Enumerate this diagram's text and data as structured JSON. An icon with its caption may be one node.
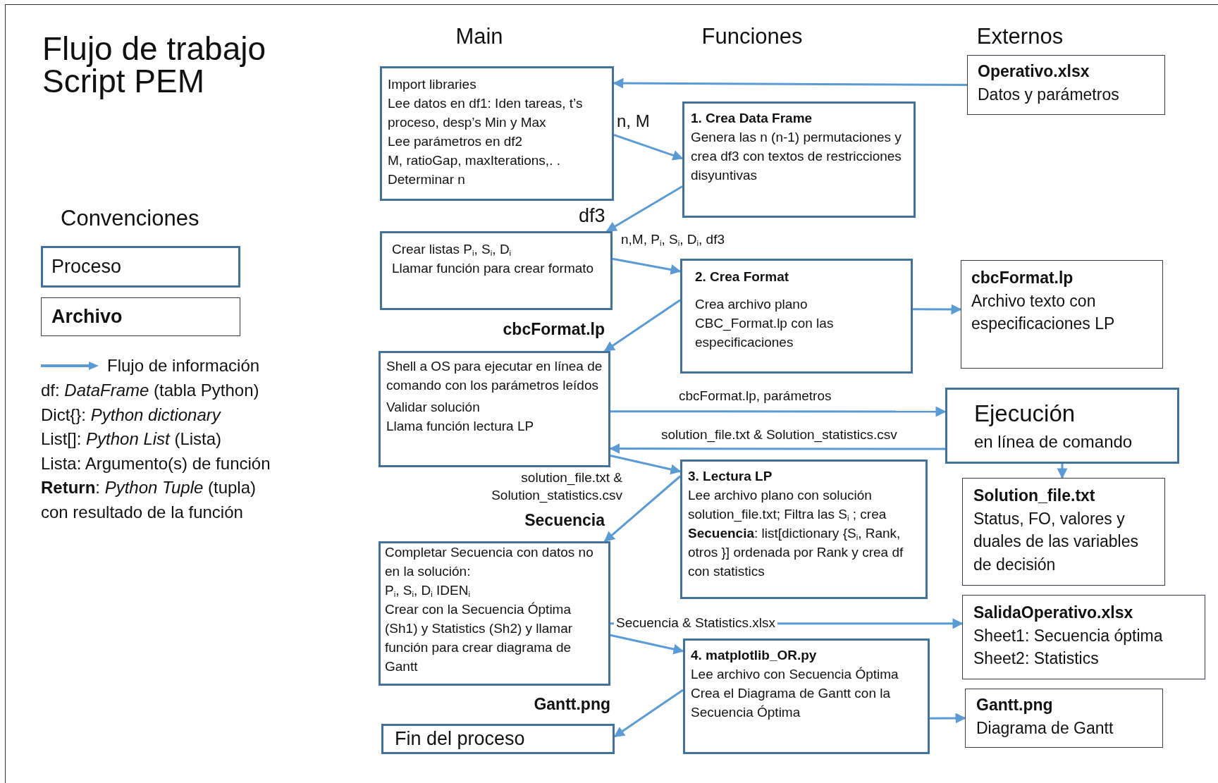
{
  "diagram": {
    "title": "Flujo de trabajo Script PEM",
    "nodes": [
      {
        "text": [
          "Import libraries",
          "Lee datos en df1: Iden tareas, t’s proceso, desp’s Min y Max",
          "Lee parámetros en df2",
          "M, ratioGap, maxIterations,. .",
          "Determinar n"
        ]
      },
      {
        "text": [
          "Crear listas P$_{i}$, S$_{i}$, D$_{i}$",
          "Llamar función para crear formato"
        ]
      },
      {
        "text": [
          "Shell a OS para ejecutar en línea de comando con los parámetros leídos",
          "Validar solución",
          "Llama función lectura LP"
        ]
      },
      {
        "text": [
          "Completar Secuencia con datos no en la solución:",
          "P$_{i}$, S$_{i}$, D$_{i}$ IDEN$_{i}$",
          "Crear con la Secuencia Óptima (Sh1) y Statistics (Sh2) y llamar función para crear diagrama de Gantt"
        ]
      },
      {
        "text": [
          "Fin del proceso"
        ]
      },
      {
        "text": [
          "1. Crea Data Frame",
          "Genera las n (n-1) permutaciones y crea df3 con textos de restricciones disyuntivas"
        ]
      },
      {
        "text": [
          "2. Crea Format",
          "Crea archivo plano CBC_Format.lp con las especificaciones"
        ]
      },
      {
        "text": [
          "3.  Lectura LP",
          "Lee archivo plano con solución solution_file.txt; Filtra las S$_{i}$ ; crea **Secuencia**: list[dictionary {S$_{i}$, Rank, otros }] ordenada por Rank y crea df con statistics"
        ]
      },
      {
        "text": [
          "4. matplotlib_OR.py",
          "Lee archivo con Secuencia Óptima",
          "Crea el Diagrama de Gantt con la Secuencia Óptima"
        ]
      },
      {
        "text": [
          "Operativo.xlsx",
          "Datos y parámetros"
        ]
      },
      {
        "text": [
          "cbcFormat.lp",
          "Archivo texto con especificaciones LP"
        ]
      },
      {
        "text": [
          "Ejecución",
          "en línea de comando"
        ]
      },
      {
        "text": [
          "Solution_file.txt",
          "Status, FO, valores y duales de las variables de decisión"
        ]
      },
      {
        "text": [
          "SalidaOperativo.xlsx",
          "Sheet1: Secuencia óptima",
          "Sheet2: Statistics"
        ]
      },
      {
        "text": [
          "Gantt.png",
          "Diagrama de Gantt"
        ]
      },
      {
        "text": [
          "Proceso"
        ]
      },
      {
        "text": [
          "Archivo"
        ]
      }
    ],
    "edges": [
      {
        "from": 9,
        "to": 0,
        "arrow": "to"
      },
      {
        "from": 0,
        "to": 5,
        "arrow": "to",
        "label": "n, M"
      },
      {
        "from": 5,
        "to": 1,
        "arrow": "to",
        "label": "df3"
      },
      {
        "from": 1,
        "to": 6,
        "arrow": "to",
        "label": "n,M, P$_{i}$, S$_{i}$, D$_{i}$, df3"
      },
      {
        "from": 6,
        "to": 2,
        "arrow": "to",
        "label": "cbcFormat.lp"
      },
      {
        "from": 6,
        "to": 10,
        "arrow": "to"
      },
      {
        "from": 2,
        "to": 11,
        "arrow": "to",
        "label": "cbcFormat.lp, parámetros"
      },
      {
        "from": 11,
        "to": 2,
        "arrow": "to",
        "label": "solution_file.txt & Solution_statistics.csv"
      },
      {
        "from": 11,
        "to": 12,
        "arrow": "to"
      },
      {
        "from": 2,
        "to": 7,
        "arrow": "to",
        "label": "solution_file.txt & Solution_statistics.csv"
      },
      {
        "from": 7,
        "to": 3,
        "arrow": "to",
        "label": "Secuencia"
      },
      {
        "from": 3,
        "to": 8,
        "arrow": "to"
      },
      {
        "from": 3,
        "to": 13,
        "arrow": "to",
        "label": "Secuencia & Statistics.xlsx"
      },
      {
        "from": 8,
        "to": 4,
        "arrow": "to",
        "label": "Gantt.png"
      },
      {
        "from": 8,
        "to": 14,
        "arrow": "to"
      }
    ],
    "labels": [
      "Main",
      "Funciones",
      "Externos",
      "Convenciones",
      "df: *DataFrame* (tabla Python)",
      "Dict{}: *Python dictionary*",
      "List[]: *Python List* (Lista)",
      "Lista: Argumento(s) de función",
      "**Return**: *Python Tuple* (tupla)",
      "con resultado de la función"
    ],
    "legend": [
      {
        "text": "Flujo de información"
      }
    ]
  }
}
